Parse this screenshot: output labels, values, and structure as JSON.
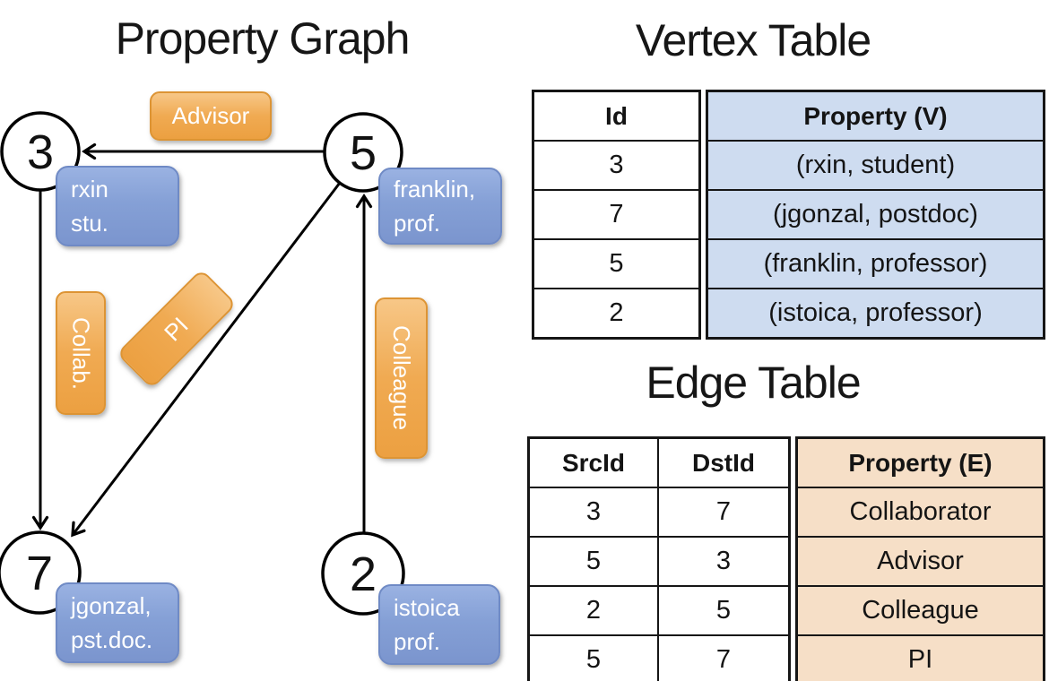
{
  "graph": {
    "title": "Property Graph",
    "nodes": [
      {
        "id": "3"
      },
      {
        "id": "5"
      },
      {
        "id": "7"
      },
      {
        "id": "2"
      }
    ],
    "node_labels": [
      {
        "line1": "rxin",
        "line2": "stu."
      },
      {
        "line1": "franklin,",
        "line2": "prof."
      },
      {
        "line1": "jgonzal,",
        "line2": "pst.doc."
      },
      {
        "line1": "istoica",
        "line2": "prof."
      }
    ],
    "edge_labels": {
      "advisor": "Advisor",
      "collab": "Collab.",
      "pi": "PI",
      "colleague": "Colleague"
    }
  },
  "vertex_table": {
    "title": "Vertex Table",
    "headers": {
      "id": "Id",
      "property": "Property (V)"
    },
    "rows": [
      {
        "id": "3",
        "property": "(rxin, student)"
      },
      {
        "id": "7",
        "property": "(jgonzal, postdoc)"
      },
      {
        "id": "5",
        "property": "(franklin, professor)"
      },
      {
        "id": "2",
        "property": "(istoica, professor)"
      }
    ]
  },
  "edge_table": {
    "title": "Edge Table",
    "headers": {
      "src": "SrcId",
      "dst": "DstId",
      "property": "Property (E)"
    },
    "rows": [
      {
        "src": "3",
        "dst": "7",
        "property": "Collaborator"
      },
      {
        "src": "5",
        "dst": "3",
        "property": "Advisor"
      },
      {
        "src": "2",
        "dst": "5",
        "property": "Colleague"
      },
      {
        "src": "5",
        "dst": "7",
        "property": "PI"
      }
    ]
  },
  "colors": {
    "edge_label_orange": "#EFA64C",
    "node_label_blue": "#85A1D6",
    "vertex_property_fill": "#CEDCF0",
    "edge_property_fill": "#F6DFC7",
    "table_border": "#1A1A1A"
  }
}
